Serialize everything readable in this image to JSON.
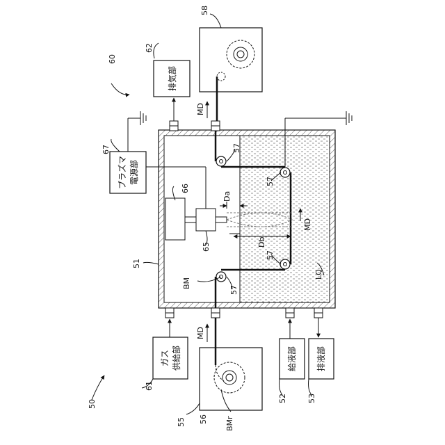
{
  "labels": {
    "n50": "50",
    "n51": "51",
    "n52": "52",
    "n53": "53",
    "n55": "55",
    "n56": "56",
    "n57": "57",
    "n58": "58",
    "n60": "60",
    "n61": "61",
    "n62": "62",
    "n65": "65",
    "n66": "66",
    "n67": "67",
    "md": "MD",
    "bm": "BM",
    "bmr": "BMr",
    "lq": "LQ",
    "da": "Da",
    "db": "Db"
  },
  "boxes": {
    "exhaust": "排気部",
    "plasma_line1": "プラズマ",
    "plasma_line2": "電源部",
    "gas_line1": "ガス",
    "gas_line2": "供給部",
    "liquid_supply": "給液部",
    "liquid_drain": "排液部"
  }
}
